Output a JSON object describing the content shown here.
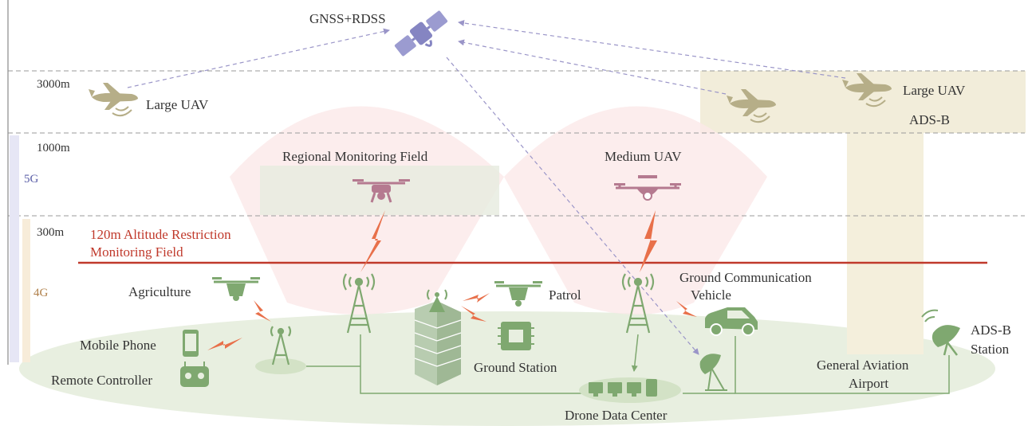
{
  "satellite": {
    "label": "GNSS+RDSS"
  },
  "altitudes": {
    "a3000": "3000m",
    "a1000": "1000m",
    "a300": "300m"
  },
  "networks": {
    "g5": "5G",
    "g4": "4G"
  },
  "restriction": {
    "line1": "120m Altitude Restriction",
    "line2": "Monitoring Field"
  },
  "labels": {
    "large_uav_left": "Large UAV",
    "large_uav_right": "Large UAV",
    "ads_b_air": "ADS-B",
    "regional_field": "Regional Monitoring Field",
    "medium_uav": "Medium UAV",
    "agriculture": "Agriculture",
    "patrol": "Patrol",
    "mobile_phone": "Mobile Phone",
    "remote_controller": "Remote Controller",
    "ground_station": "Ground Station",
    "gcv_line1": "Ground Communication",
    "gcv_line2": "Vehicle",
    "ads_b_station_line1": "ADS-B",
    "ads_b_station_line2": "Station",
    "airport_line1": "General Aviation",
    "airport_line2": "Airport",
    "data_center": "Drone Data Center"
  },
  "colors": {
    "accent_red": "#c0392b",
    "signal_orange": "#e8704a",
    "ground_green": "#7fa870",
    "purple_link": "#9a95c8",
    "uav_tan": "#b6ae88",
    "drone_pink": "#b57a90",
    "net_5g": "#5b5fa8",
    "net_4g": "#b0804a"
  }
}
